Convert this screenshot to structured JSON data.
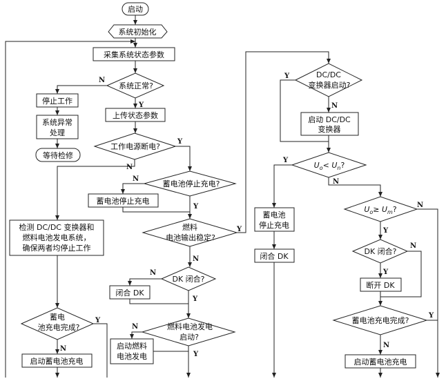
{
  "nodes": {
    "start": "启动",
    "init": "系统初始化",
    "collect": "采集系统状态参数",
    "system_ok": "系统正常?",
    "stop_work": "停止工作",
    "sys_abnormal_1": "系统异常",
    "sys_abnormal_2": "处理",
    "wait_repair": "等待检修",
    "upload": "上传状态参数",
    "power_fail": "工作电源断电?",
    "battery_stop_charge_q": "蓄电池停止充电?",
    "battery_stop_charge": "蓄电池停止充电",
    "check_1": "检测 DC/DC 变换器和",
    "check_2": "燃料电池发电系统，",
    "check_3": "确保两者均停止工作",
    "fuel_stable_1": "燃料",
    "fuel_stable_2": "电池输出稳定?",
    "dk_close_q1": "DK 闭合?",
    "close_dk": "闭合 DK",
    "fuel_start_q_1": "燃料电池发电",
    "fuel_start_q_2": "启动?",
    "start_fuel_1": "启动燃料",
    "start_fuel_2": "电池发电",
    "battery_done_left_1": "蓄电",
    "battery_done_left_2": "池充电完成?",
    "start_charge_left": "启动蓄电池充电",
    "dcdc_started_1": "DC/DC",
    "dcdc_started_2": "变换器启动?",
    "start_dcdc_1": "启动 DC/DC",
    "start_dcdc_2": "变换器",
    "uo_lt_un_1": "U",
    "uo_lt_un_sub1": "o",
    "uo_lt_un_2": "< U",
    "uo_lt_un_sub2": "n",
    "uo_lt_un_3": "?",
    "battery_stop_right_1": "蓄电池",
    "battery_stop_right_2": "停止充电",
    "close_dk_right": "闭合 DK",
    "uo_ge_um_1": "U",
    "uo_ge_um_sub1": "o",
    "uo_ge_um_2": "≥ U",
    "uo_ge_um_sub2": "m",
    "uo_ge_um_3": "?",
    "dk_close_q2": "DK 闭合?",
    "open_dk": "断开 DK",
    "battery_done_right": "蓄电池充电完成?",
    "start_charge_right": "启动蓄电池充电"
  },
  "labels": {
    "yes": "Y",
    "no": "N"
  }
}
